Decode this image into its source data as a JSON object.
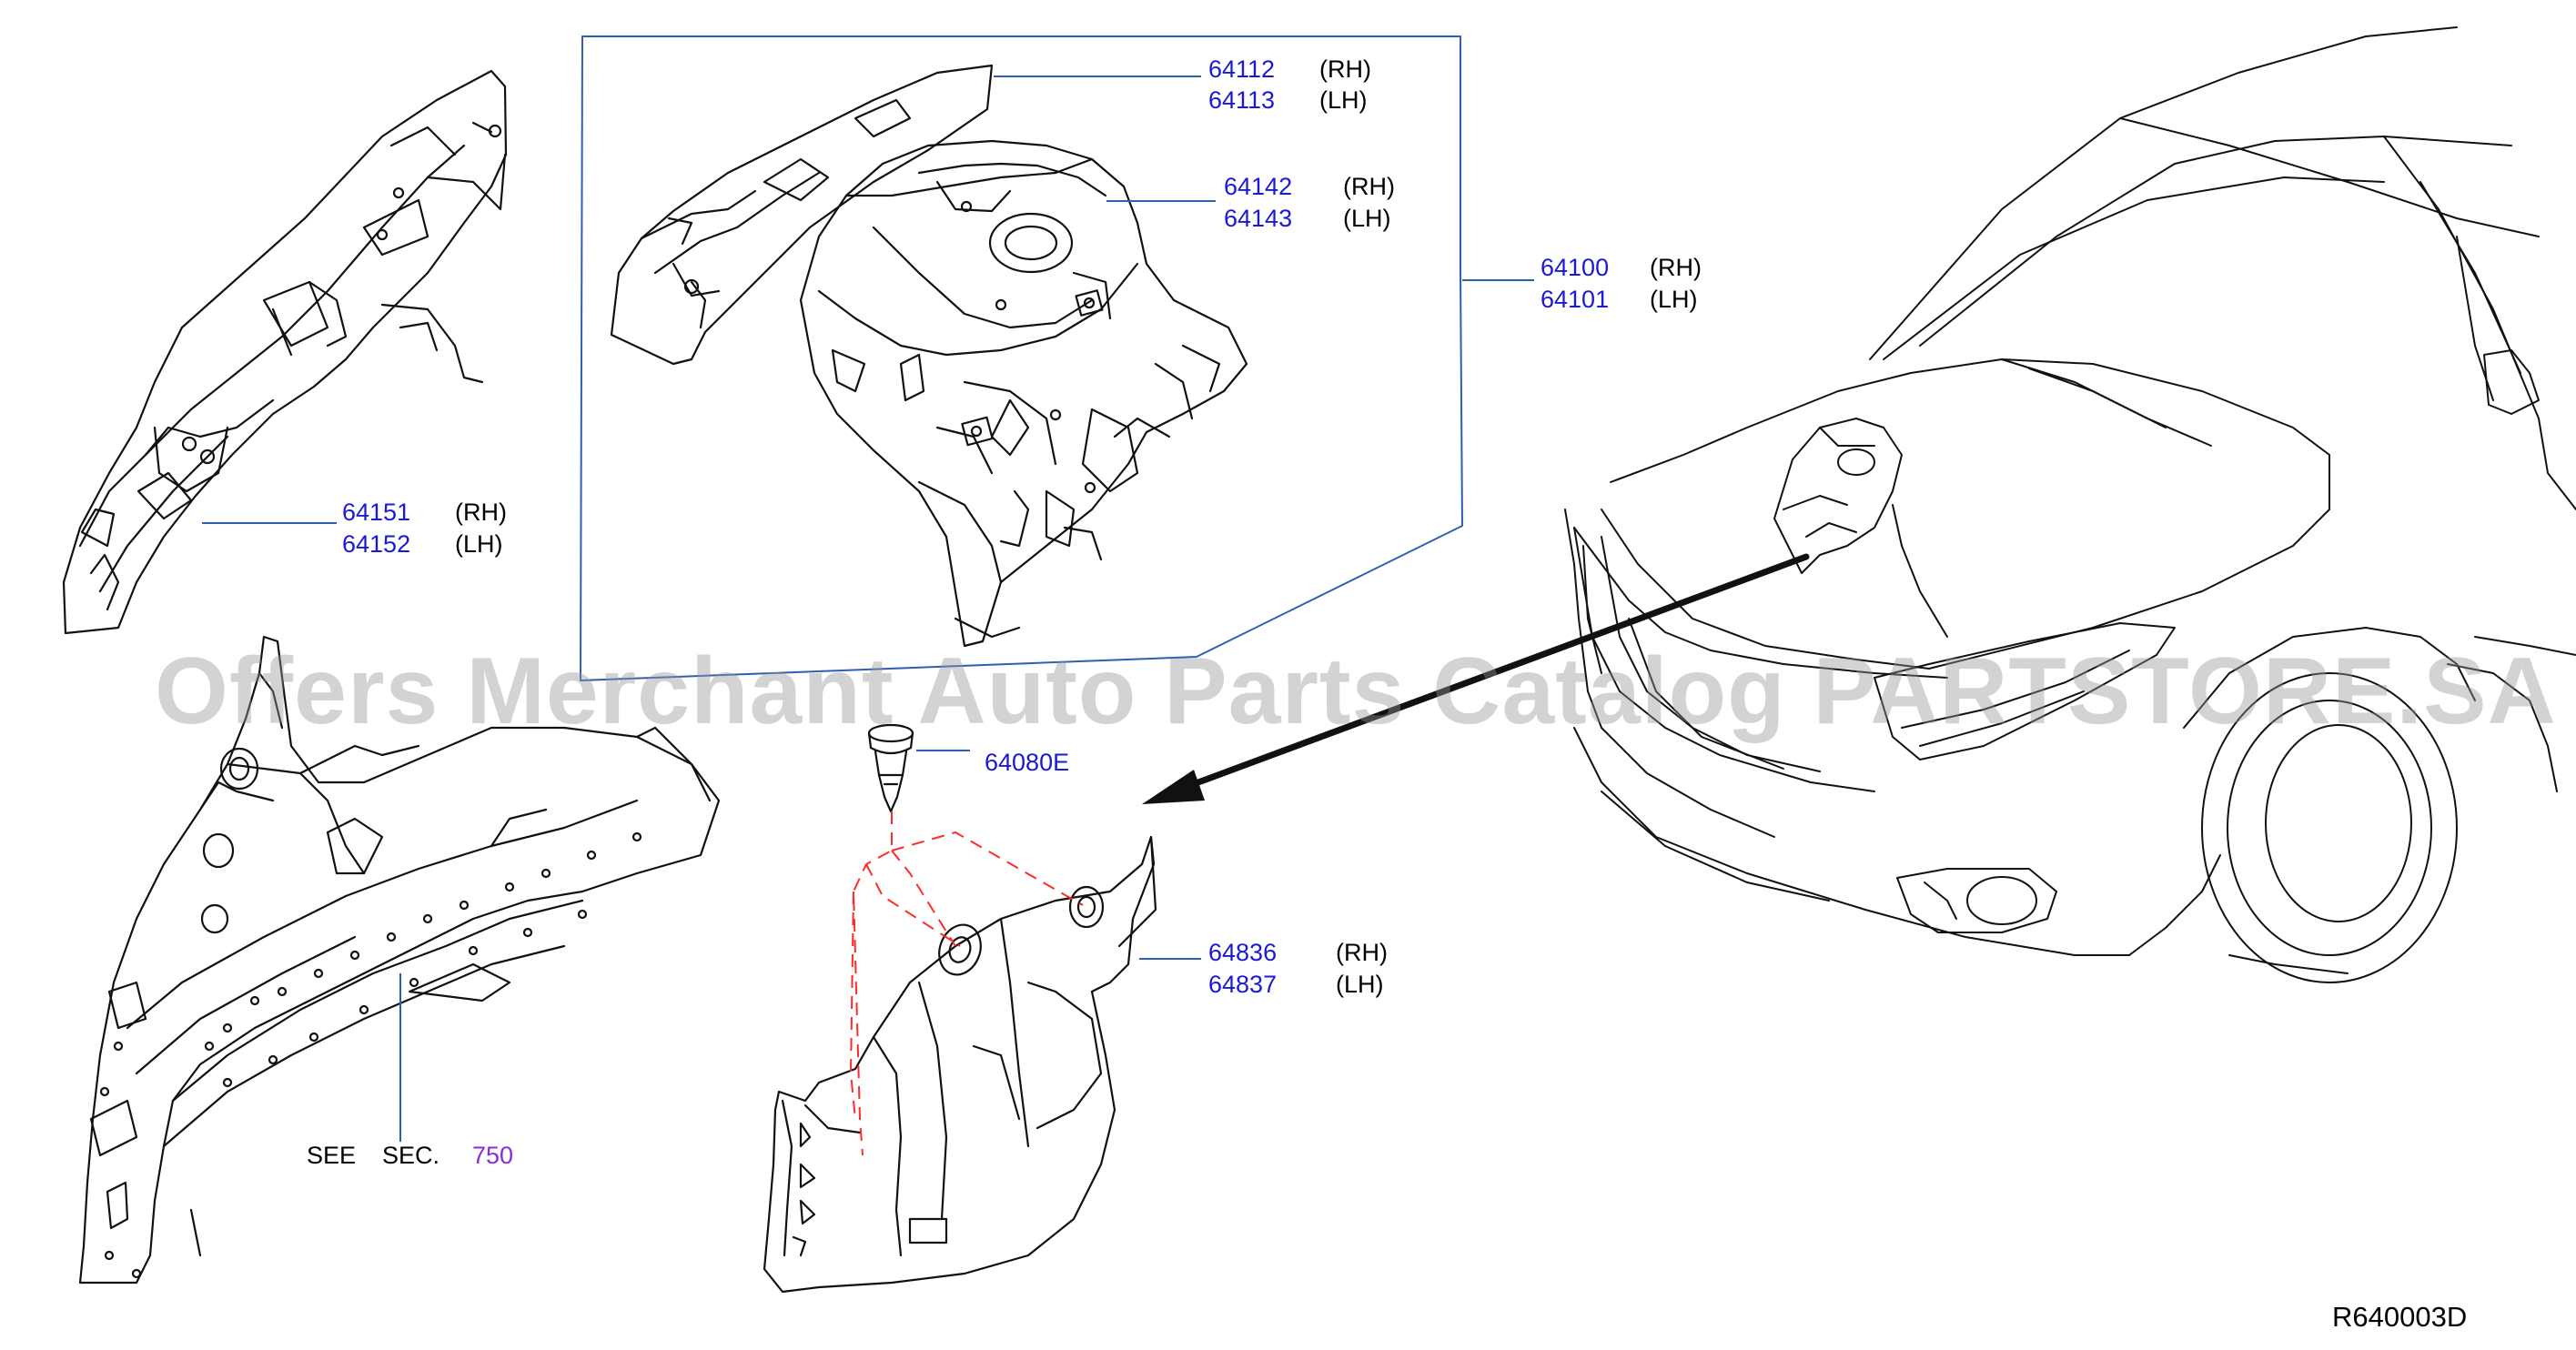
{
  "watermark": "Offers Merchant Auto Parts Catalog PARTSTORE.SA",
  "callouts": {
    "p64112": "64112",
    "p64112_side": "(RH)",
    "p64113": "64113",
    "p64113_side": "(LH)",
    "p64142": "64142",
    "p64142_side": "(RH)",
    "p64143": "64143",
    "p64143_side": "(LH)",
    "p64100": "64100",
    "p64100_side": "(RH)",
    "p64101": "64101",
    "p64101_side": "(LH)",
    "p64151": "64151",
    "p64151_side": "(RH)",
    "p64152": "64152",
    "p64152_side": "(LH)",
    "p64080E": "64080E",
    "p64836": "64836",
    "p64836_side": "(RH)",
    "p64837": "64837",
    "p64837_side": "(LH)"
  },
  "see_sec": {
    "see": "SEE",
    "sec": "SEC.",
    "number": "750"
  },
  "diagram_ref": "R640003D",
  "colors": {
    "part_number": "#1a1ad6",
    "section_link": "#8a2be2",
    "leader": "#2f5fb3",
    "dashed": "#ff2a2a",
    "line_art": "#111111"
  }
}
